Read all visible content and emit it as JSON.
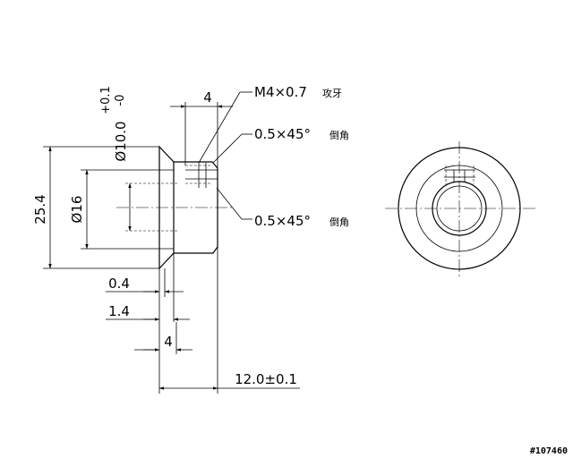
{
  "dimensions": {
    "overall_diameter": "25.4",
    "bore_diameter": "Ø16",
    "tolerance_diameter": "Ø10.0",
    "tolerance_upper": "+0.1",
    "tolerance_lower": "-0",
    "thread_length": "4",
    "flange_thickness": "0.4",
    "flange_taper": "1.4",
    "shoulder_length": "4",
    "total_length": "12.0±0.1"
  },
  "notes": {
    "thread": "M4×0.7",
    "thread_cn": "攻牙",
    "chamfer_top": "0.5×45°",
    "chamfer_top_cn": "倒角",
    "chamfer_bottom": "0.5×45°",
    "chamfer_bottom_cn": "倒角"
  },
  "drawing_id": "#107460"
}
